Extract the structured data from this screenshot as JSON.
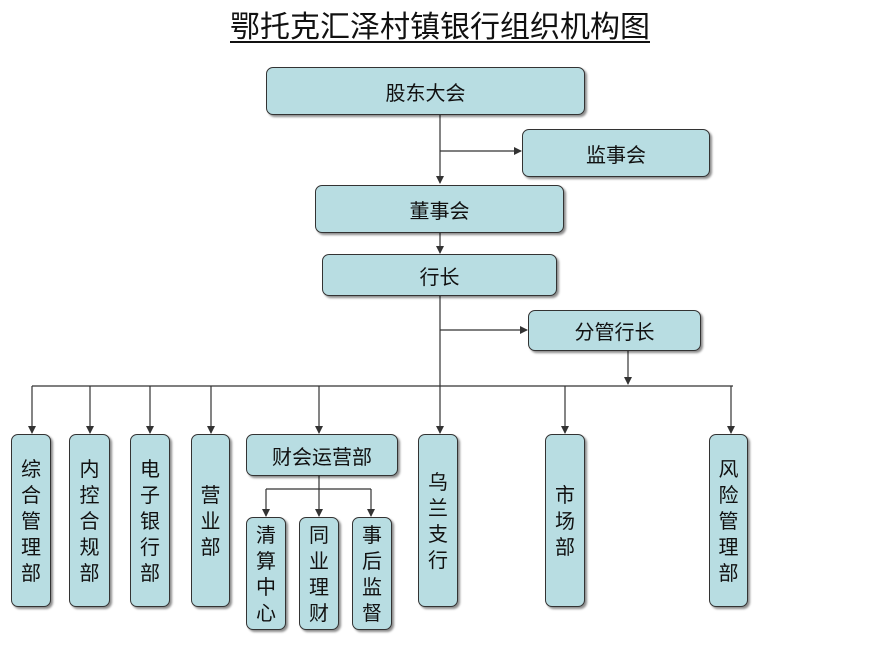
{
  "title": "鄂托克汇泽村镇银行组织机构图",
  "nodes": {
    "shareholders": "股东大会",
    "supervisors": "监事会",
    "board": "董事会",
    "president": "行长",
    "vice_president": "分管行长",
    "general_mgmt": "综合管理部",
    "internal_control": "内控合规部",
    "e_banking": "电子银行部",
    "business": "营业部",
    "finance_ops": "财会运营部",
    "clearing": "清算中心",
    "interbank": "同业理财",
    "post_audit": "事后监督",
    "wulan_branch": "乌兰支行",
    "market": "市场部",
    "risk_mgmt": "风险管理部"
  },
  "colors": {
    "box_fill": "#b8dde2",
    "line": "#333333"
  }
}
